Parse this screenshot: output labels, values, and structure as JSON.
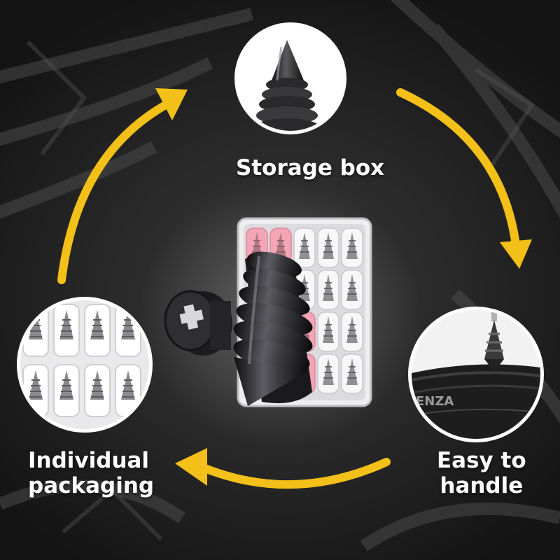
{
  "labels": {
    "top": "Storage box",
    "right_line1": "Easy to",
    "right_line2": "handle",
    "left_line1": "Individual",
    "left_line2": "packaging"
  },
  "tire_sidewall_text": "ENZA",
  "colors": {
    "arrow": "#f2c018",
    "label_text": "#ffffff",
    "circle_border": "#ffffff",
    "screw_body": "#2b2b2d",
    "pink_cap": "#f4a5b5"
  },
  "icons": [
    "screw-cone-icon",
    "storage-box-icon",
    "tire-with-screw-icon",
    "packaging-grid-icon",
    "screw-head-icon"
  ]
}
